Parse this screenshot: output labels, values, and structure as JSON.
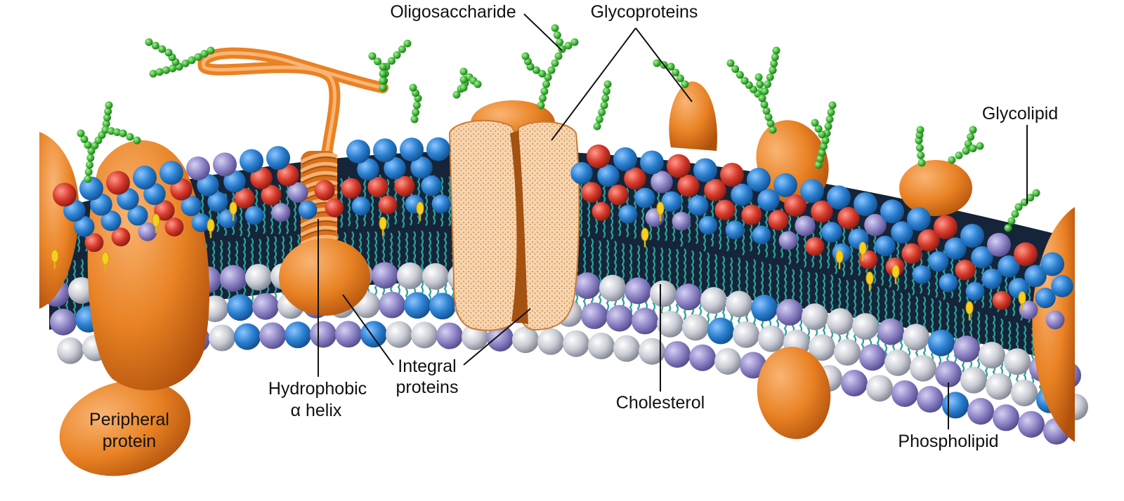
{
  "labels": {
    "oligosaccharide": "Oligosaccharide",
    "glycoproteins": "Glycoproteins",
    "glycolipid": "Glycolipid",
    "hydrophobic_line1": "Hydrophobic",
    "hydrophobic_line2": "α helix",
    "integral_line1": "Integral",
    "integral_line2": "proteins",
    "cholesterol": "Cholesterol",
    "peripheral_line1": "Peripheral",
    "peripheral_line2": "protein",
    "phospholipid": "Phospholipid"
  },
  "colors": {
    "protein": "#e98224",
    "protein_dark": "#b9560f",
    "protein_light": "#f6b274",
    "channel_fill": "#f8d4ac",
    "sugar": "#3db335",
    "head_blue": "#2a7fd0",
    "head_red": "#d63a2c",
    "head_purple": "#8d84c6",
    "head_gray": "#c9ccd4",
    "tail": "#2aa199",
    "core": "#152438",
    "cholesterol": "#f6cf1f"
  }
}
